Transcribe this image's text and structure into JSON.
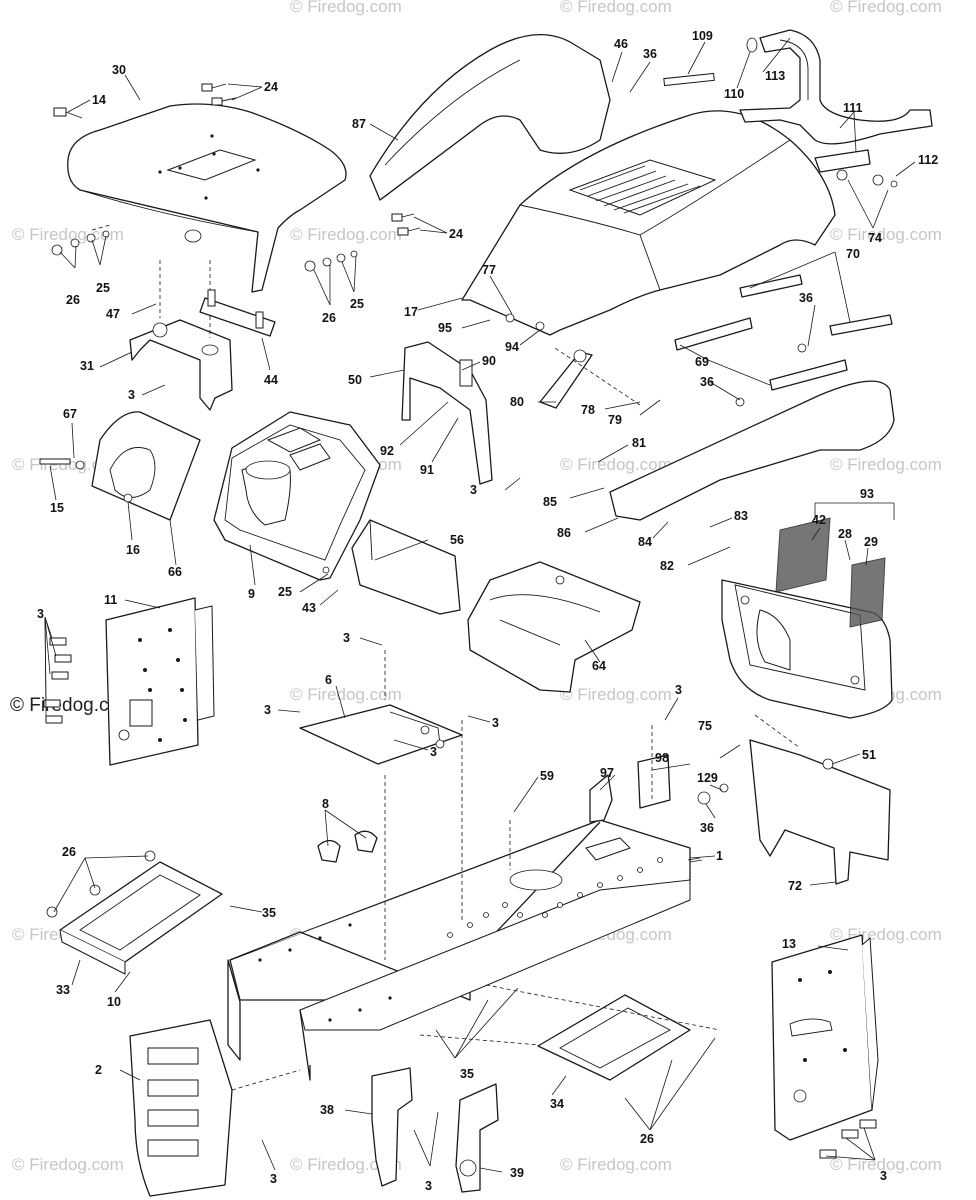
{
  "watermark": {
    "text": "© Firedog.com",
    "prominent_text": "© Firedog.com"
  },
  "callouts": {
    "c1": "1",
    "c2": "2",
    "c3": "3",
    "c6": "6",
    "c8": "8",
    "c9": "9",
    "c10": "10",
    "c11": "11",
    "c13": "13",
    "c14": "14",
    "c15": "15",
    "c16": "16",
    "c17": "17",
    "c24": "24",
    "c25": "25",
    "c26": "26",
    "c28": "28",
    "c29": "29",
    "c30": "30",
    "c31": "31",
    "c33": "33",
    "c34": "34",
    "c35": "35",
    "c36": "36",
    "c38": "38",
    "c39": "39",
    "c42": "42",
    "c43": "43",
    "c44": "44",
    "c46": "46",
    "c47": "47",
    "c50": "50",
    "c51": "51",
    "c56": "56",
    "c59": "59",
    "c64": "64",
    "c66": "66",
    "c67": "67",
    "c69": "69",
    "c70": "70",
    "c72": "72",
    "c74": "74",
    "c75": "75",
    "c77": "77",
    "c78": "78",
    "c79": "79",
    "c80": "80",
    "c81": "81",
    "c82": "82",
    "c83": "83",
    "c84": "84",
    "c85": "85",
    "c86": "86",
    "c87": "87",
    "c90": "90",
    "c91": "91",
    "c92": "92",
    "c93": "93",
    "c94": "94",
    "c95": "95",
    "c97": "97",
    "c98": "98",
    "c109": "109",
    "c110": "110",
    "c111": "111",
    "c112": "112",
    "c113": "113",
    "c129": "129"
  }
}
